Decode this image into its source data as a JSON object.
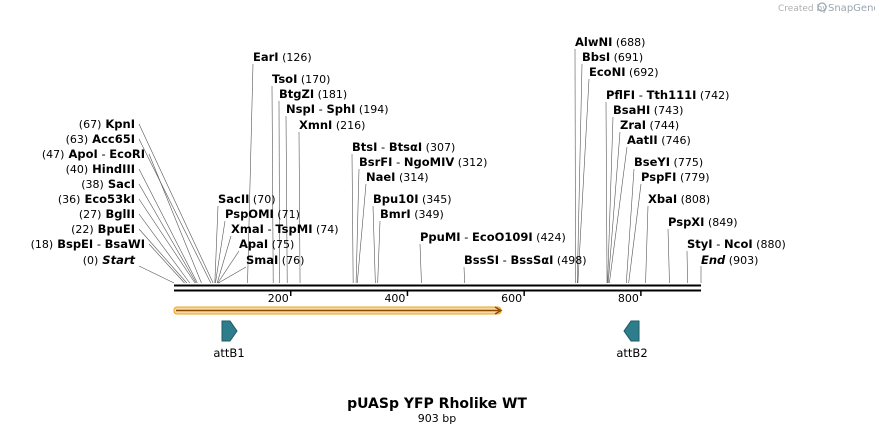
{
  "credit": {
    "prefix": "Created by",
    "brand": "SnapGene"
  },
  "map": {
    "title": "pUASp YFP Rholike WT",
    "length_label": "903 bp",
    "length": 903
  },
  "ruler": {
    "ticks": [
      {
        "value": 200,
        "label": "200"
      },
      {
        "value": 400,
        "label": "400"
      },
      {
        "value": 600,
        "label": "600"
      },
      {
        "value": 800,
        "label": "800"
      }
    ]
  },
  "features": [
    {
      "name": "attB1",
      "direction": "right",
      "color": "#2e7d8c"
    },
    {
      "name": "attB2",
      "direction": "left",
      "color": "#2e7d8c"
    }
  ],
  "orf": {
    "start": 0,
    "end": 560,
    "direction": "right",
    "color": "#f0a030"
  },
  "sites": [
    {
      "parts": [
        "Start"
      ],
      "pos": "(0)",
      "site": 0,
      "italic": true
    },
    {
      "parts": [
        "BspEI",
        "BsaWI"
      ],
      "pos": "(18)",
      "site": 18
    },
    {
      "parts": [
        "BpuEI"
      ],
      "pos": "(22)",
      "site": 22
    },
    {
      "parts": [
        "BglII"
      ],
      "pos": "(27)",
      "site": 27
    },
    {
      "parts": [
        "Eco53kI"
      ],
      "pos": "(36)",
      "site": 36
    },
    {
      "parts": [
        "SacI"
      ],
      "pos": "(38)",
      "site": 38
    },
    {
      "parts": [
        "HindIII"
      ],
      "pos": "(40)",
      "site": 40
    },
    {
      "parts": [
        "ApoI",
        "EcoRI"
      ],
      "pos": "(47)",
      "site": 47
    },
    {
      "parts": [
        "Acc65I"
      ],
      "pos": "(63)",
      "site": 63
    },
    {
      "parts": [
        "KpnI"
      ],
      "pos": "(67)",
      "site": 67
    },
    {
      "parts": [
        "SmaI"
      ],
      "pos": "(76)",
      "site": 76
    },
    {
      "parts": [
        "ApaI"
      ],
      "pos": "(75)",
      "site": 75
    },
    {
      "parts": [
        "XmaI",
        "TspMI"
      ],
      "pos": "(74)",
      "site": 74
    },
    {
      "parts": [
        "PspOMI"
      ],
      "pos": "(71)",
      "site": 71
    },
    {
      "parts": [
        "SacII"
      ],
      "pos": "(70)",
      "site": 70
    },
    {
      "parts": [
        "EarI"
      ],
      "pos": "(126)",
      "site": 126
    },
    {
      "parts": [
        "TsoI"
      ],
      "pos": "(170)",
      "site": 170
    },
    {
      "parts": [
        "BtgZI"
      ],
      "pos": "(181)",
      "site": 181
    },
    {
      "parts": [
        "NspI",
        "SphI"
      ],
      "pos": "(194)",
      "site": 194
    },
    {
      "parts": [
        "XmnI"
      ],
      "pos": "(216)",
      "site": 216
    },
    {
      "parts": [
        "BtsI",
        "BtsαI"
      ],
      "pos": "(307)",
      "site": 307
    },
    {
      "parts": [
        "BsrFI",
        "NgoMIV"
      ],
      "pos": "(312)",
      "site": 312
    },
    {
      "parts": [
        "NaeI"
      ],
      "pos": "(314)",
      "site": 314
    },
    {
      "parts": [
        "Bpu10I"
      ],
      "pos": "(345)",
      "site": 345
    },
    {
      "parts": [
        "BmrI"
      ],
      "pos": "(349)",
      "site": 349
    },
    {
      "parts": [
        "PpuMI",
        "EcoO109I"
      ],
      "pos": "(424)",
      "site": 424
    },
    {
      "parts": [
        "BssSI",
        "BssSαI"
      ],
      "pos": "(498)",
      "site": 498
    },
    {
      "parts": [
        "AlwNI"
      ],
      "pos": "(688)",
      "site": 688
    },
    {
      "parts": [
        "BbsI"
      ],
      "pos": "(691)",
      "site": 691
    },
    {
      "parts": [
        "EcoNI"
      ],
      "pos": "(692)",
      "site": 692
    },
    {
      "parts": [
        "PflFI",
        "Tth111I"
      ],
      "pos": "(742)",
      "site": 742
    },
    {
      "parts": [
        "BsaHI"
      ],
      "pos": "(743)",
      "site": 743
    },
    {
      "parts": [
        "ZraI"
      ],
      "pos": "(744)",
      "site": 744
    },
    {
      "parts": [
        "AatII"
      ],
      "pos": "(746)",
      "site": 746
    },
    {
      "parts": [
        "BseYI"
      ],
      "pos": "(775)",
      "site": 775
    },
    {
      "parts": [
        "PspFI"
      ],
      "pos": "(779)",
      "site": 779
    },
    {
      "parts": [
        "XbaI"
      ],
      "pos": "(808)",
      "site": 808
    },
    {
      "parts": [
        "PspXI"
      ],
      "pos": "(849)",
      "site": 849
    },
    {
      "parts": [
        "StyI",
        "NcoI"
      ],
      "pos": "(880)",
      "site": 880
    },
    {
      "parts": [
        "End"
      ],
      "pos": "(903)",
      "site": 903,
      "italic": true
    }
  ]
}
